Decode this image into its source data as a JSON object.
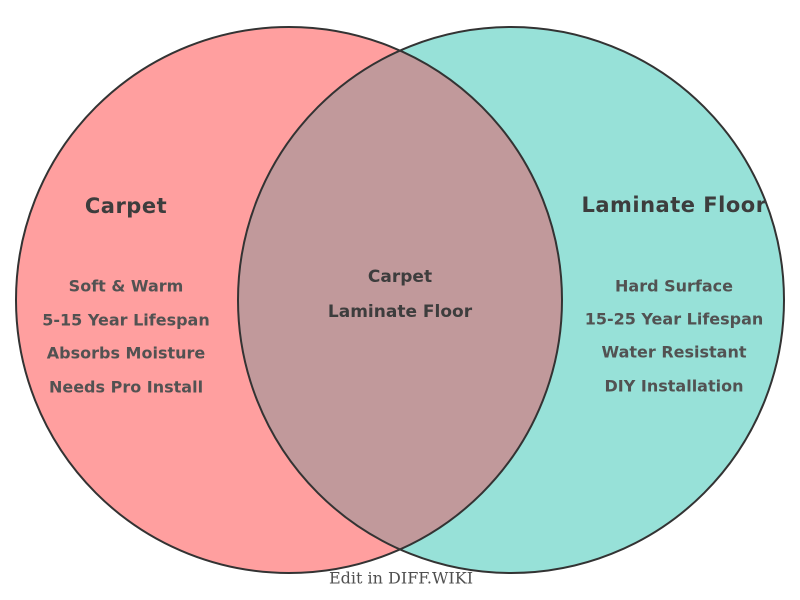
{
  "venn": {
    "left": {
      "title": "Carpet",
      "items": [
        "Soft & Warm",
        "5-15 Year Lifespan",
        "Absorbs Moisture",
        "Needs Pro Install"
      ],
      "color": "#ff9f9f"
    },
    "right": {
      "title": "Laminate Floor",
      "items": [
        "Hard Surface",
        "15-25 Year Lifespan",
        "Water Resistant",
        "DIY Installation"
      ],
      "color": "#97e1d8"
    },
    "intersection": {
      "lines": [
        "Carpet",
        "Laminate Floor"
      ],
      "color": "#c1999b"
    },
    "outline_color": "#333333"
  },
  "footer": {
    "caption": "Edit in DIFF.WIKI"
  }
}
